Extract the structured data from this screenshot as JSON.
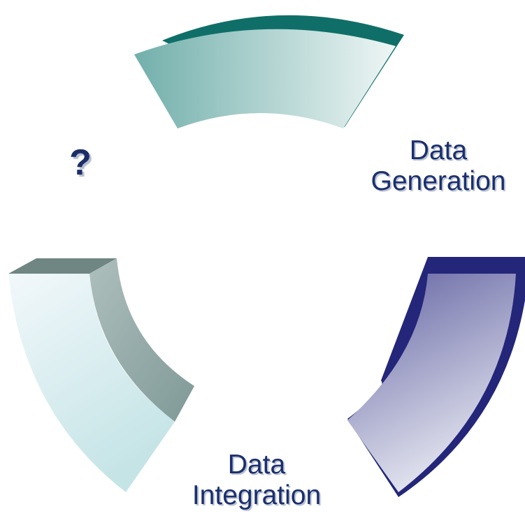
{
  "diagram": {
    "segments": [
      {
        "name": "top-segment",
        "colors": {
          "front_start": "#72afab",
          "front_end": "#eef6f5",
          "back": "#0f6f68"
        }
      },
      {
        "name": "right-segment",
        "colors": {
          "front_start": "#6a6aa6",
          "front_end": "#eef0f6",
          "back": "#232679"
        }
      },
      {
        "name": "left-segment",
        "colors": {
          "front_start": "#f2f8fb",
          "front_end": "#c5e4e6",
          "side": "#8faaa8",
          "top": "#6f8683"
        }
      }
    ],
    "labels": {
      "generation": [
        "Data",
        "Generation"
      ],
      "integration": [
        "Data",
        "Integration"
      ],
      "unknown": "?"
    },
    "label_color": "#1b2f6e"
  }
}
